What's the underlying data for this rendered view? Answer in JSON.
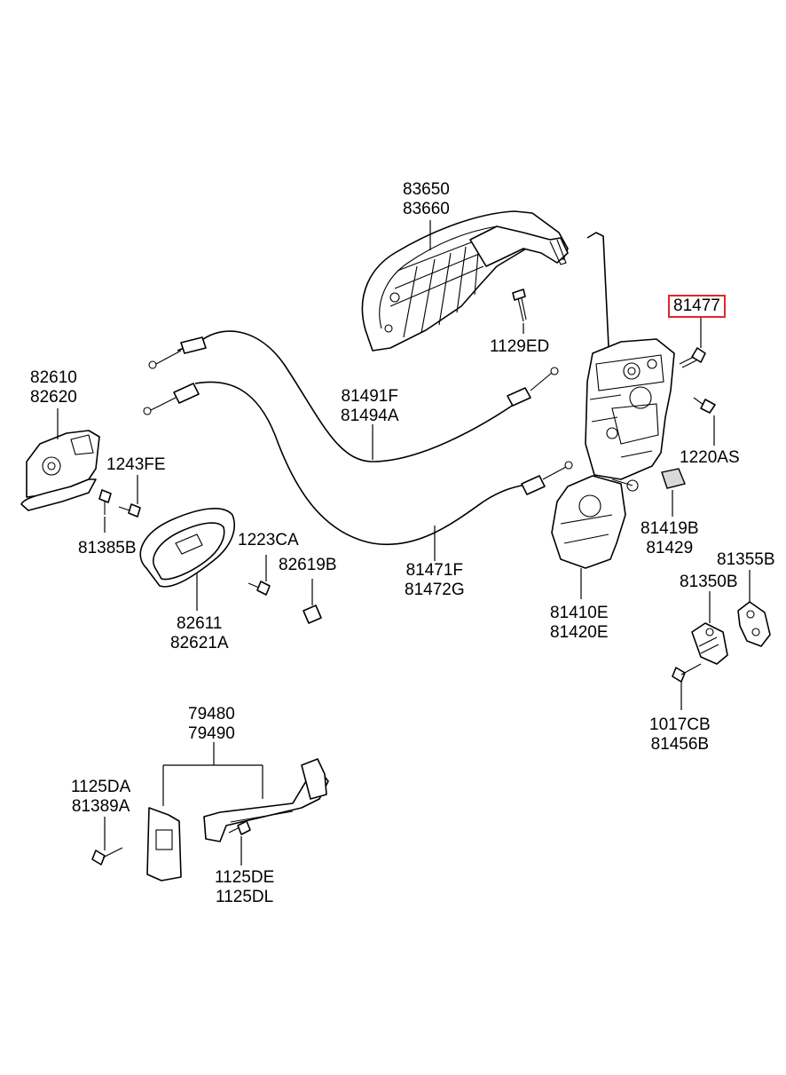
{
  "highlight_color": "#e0262b",
  "parts": {
    "outside_handle": [
      "83650",
      "83660"
    ],
    "screw_handle": "1129ED",
    "highlighted_screw": "81477",
    "latch_screw": "1220AS",
    "inner_handle_housing": [
      "82610",
      "82620"
    ],
    "screw_fe": "1243FE",
    "clip": "81385B",
    "cable_upper": [
      "81491F",
      "81494A"
    ],
    "cable_lower": [
      "81471F",
      "81472G"
    ],
    "screw_ca": "1223CA",
    "cap": "82619B",
    "inner_handle": [
      "82611",
      "82621A"
    ],
    "pad": [
      "81419B",
      "81429"
    ],
    "actuator": [
      "81410E",
      "81420E"
    ],
    "shim": "81355B",
    "striker": "81350B",
    "striker_bolt": [
      "1017CB",
      "81456B"
    ],
    "checker": [
      "79480",
      "79490"
    ],
    "checker_bolt_left": [
      "1125DA",
      "81389A"
    ],
    "checker_bolt_right": [
      "1125DE",
      "1125DL"
    ]
  }
}
